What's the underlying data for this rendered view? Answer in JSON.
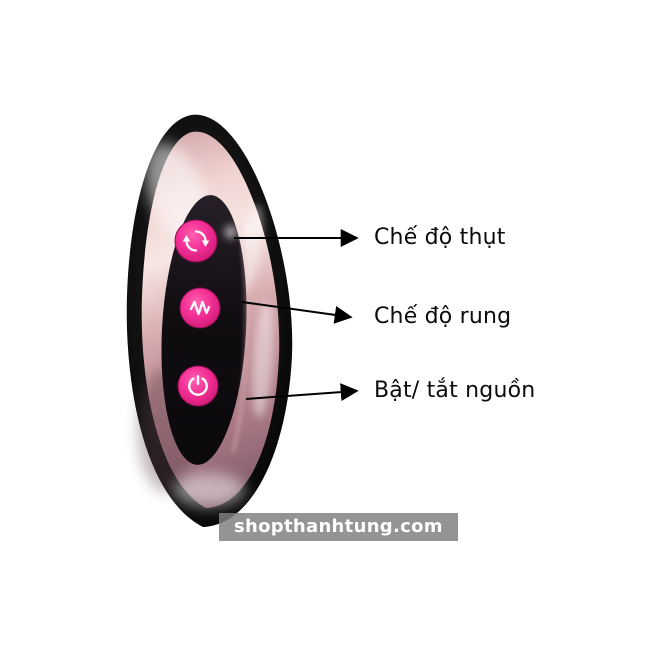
{
  "page": {
    "background": "#ffffff"
  },
  "device": {
    "name": "egg-massager-remote",
    "colors": {
      "body": "#0b0b0b",
      "face_highlight": "#f7e7e4",
      "face_rose_gold": "#d8a3a8",
      "face_shadow": "#7e5a66",
      "panel": "#141015",
      "button_pink": "#f0308d",
      "icon_white": "#ffffff",
      "arrow_black": "#000000"
    },
    "buttons": [
      {
        "name": "thrust-button",
        "icon": "cycle-arrows-icon"
      },
      {
        "name": "vibrate-button",
        "icon": "vibration-wave-icon"
      },
      {
        "name": "power-button",
        "icon": "power-icon"
      }
    ]
  },
  "annotations": [
    {
      "label": "Chế độ thụt",
      "target": "thrust-button"
    },
    {
      "label": "Chế độ rung",
      "target": "vibrate-button"
    },
    {
      "label": "Bật/ tắt nguồn",
      "target": "power-button"
    }
  ],
  "watermark": {
    "text": "shopthanhtung.com"
  }
}
